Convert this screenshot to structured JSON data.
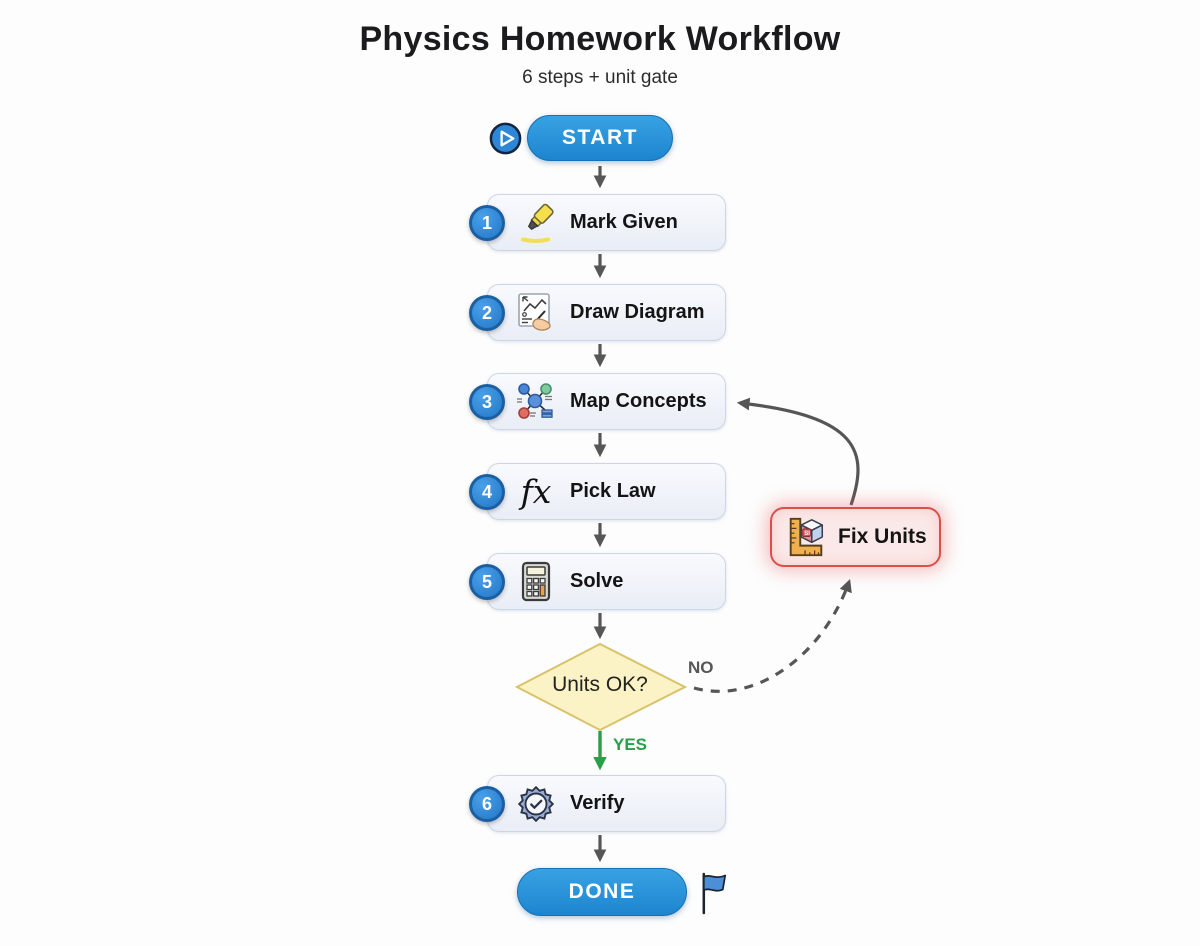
{
  "header": {
    "title": "Physics Homework Workflow",
    "subtitle": "6 steps + unit gate"
  },
  "terminals": {
    "start": "START",
    "done": "DONE"
  },
  "steps": [
    {
      "num": "1",
      "label": "Mark Given",
      "icon": "highlighter-icon"
    },
    {
      "num": "2",
      "label": "Draw Diagram",
      "icon": "sketch-hand-icon"
    },
    {
      "num": "3",
      "label": "Map Concepts",
      "icon": "concept-map-icon"
    },
    {
      "num": "4",
      "label": "Pick Law",
      "icon": "function-fx-icon"
    },
    {
      "num": "5",
      "label": "Solve",
      "icon": "calculator-icon"
    },
    {
      "num": "6",
      "label": "Verify",
      "icon": "verified-badge-icon"
    }
  ],
  "decision": {
    "label": "Units OK?",
    "yes_label": "YES",
    "no_label": "NO"
  },
  "loop": {
    "label": "Fix Units",
    "icon": "ruler-cube-icon"
  },
  "glyphs": {
    "fx": "fx",
    "si": "SI"
  },
  "colors": {
    "accent_blue": "#1d85cf",
    "badge_blue": "#2e86d6",
    "warning_red": "#d9504c",
    "diamond_yellow": "#fbf3c5",
    "yes_green": "#27a048",
    "arrow_gray": "#565656"
  }
}
